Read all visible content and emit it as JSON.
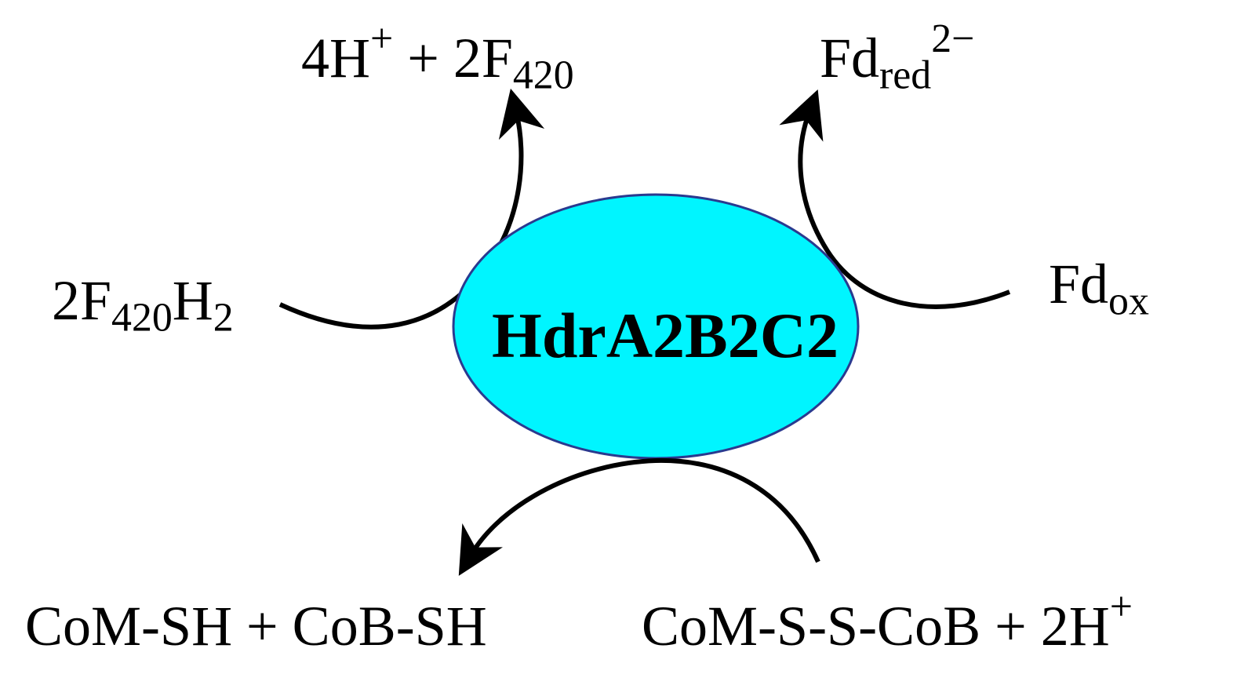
{
  "enzyme": {
    "label": "HdrA2B2C2",
    "fill_color": "#00f5ff",
    "stroke_color": "#2a3a8f"
  },
  "arrow_color": "#000000",
  "species": {
    "f420h2": {
      "coef": "2F",
      "sub1": "420",
      "mid": "H",
      "sub2": "2"
    },
    "f420_products": {
      "part1": "4H",
      "sup1": "+",
      "part2": " + 2F",
      "sub1": "420"
    },
    "fd_red": {
      "base": "Fd",
      "sub": "red",
      "sup": "2−"
    },
    "fd_ox": {
      "base": "Fd",
      "sub": "ox"
    },
    "thiols": {
      "text": "CoM-SH + CoB-SH"
    },
    "heterodisulfide": {
      "text": "CoM-S-S-CoB + 2H",
      "sup": "+"
    }
  }
}
